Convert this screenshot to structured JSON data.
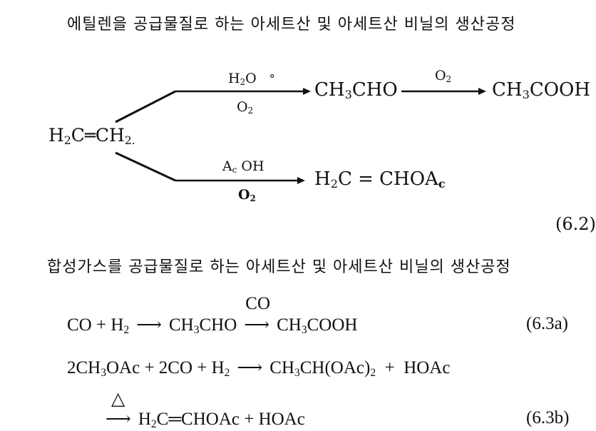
{
  "heading1": "에틸렌을 공급물질로 하는 아세트산 및 아세트산 비닐의 생산공정",
  "scheme1": {
    "reactant_main": "H",
    "reactant_sub1": "2",
    "reactant_mid": "C═CH",
    "reactant_sub2": "2.",
    "upper_cond_top_main": "H",
    "upper_cond_top_sub": "2",
    "upper_cond_top_end": "O",
    "upper_cond_top_mark": "°",
    "upper_cond_bottom_main": "O",
    "upper_cond_bottom_sub": "2",
    "upper_product_main": "CH",
    "upper_product_sub": "3",
    "upper_product_end": "CHO",
    "second_cond_main": "O",
    "second_cond_sub": "2",
    "final_product_main": "CH",
    "final_product_sub": "3",
    "final_product_end": "COOH",
    "lower_cond_top_main": "A",
    "lower_cond_top_sub": "c",
    "lower_cond_top_end": " OH",
    "lower_cond_bottom_main": "O",
    "lower_cond_bottom_sub": "2",
    "lower_product_main": "H",
    "lower_product_sub": "2",
    "lower_product_mid": "C  =  CHOA",
    "lower_product_sub2": "c",
    "eq_number": "(6.2)"
  },
  "heading2": "합성가스를 공급물질로 하는 아세트산 및 아세트산 비닐의 생산공정",
  "eq3a": {
    "left": "CO  +  H",
    "left_sub": "2",
    "arrow1": "⟶",
    "mid_main": "CH",
    "mid_sub": "3",
    "mid_end": "CHO",
    "condition": "CO",
    "arrow2": "⟶",
    "right_main": "CH",
    "right_sub": "3",
    "right_end": "COOH",
    "number": "(6.3a)"
  },
  "eq3b": {
    "line1_a": "2CH",
    "line1_a_sub": "3",
    "line1_b": "OAc  +  2CO  +  H",
    "line1_b_sub": "2",
    "line1_arrow": "⟶",
    "line1_c": "CH",
    "line1_c_sub": "3",
    "line1_d": "CH(OAc)",
    "line1_d_sub": "2",
    "line1_e": "  +  HOAc",
    "line2_condition": "△",
    "line2_arrow": "⟶",
    "line2_a": "H",
    "line2_a_sub": "2",
    "line2_b": "C═CHOAc  +  HOAc",
    "number": "(6.3b)"
  }
}
